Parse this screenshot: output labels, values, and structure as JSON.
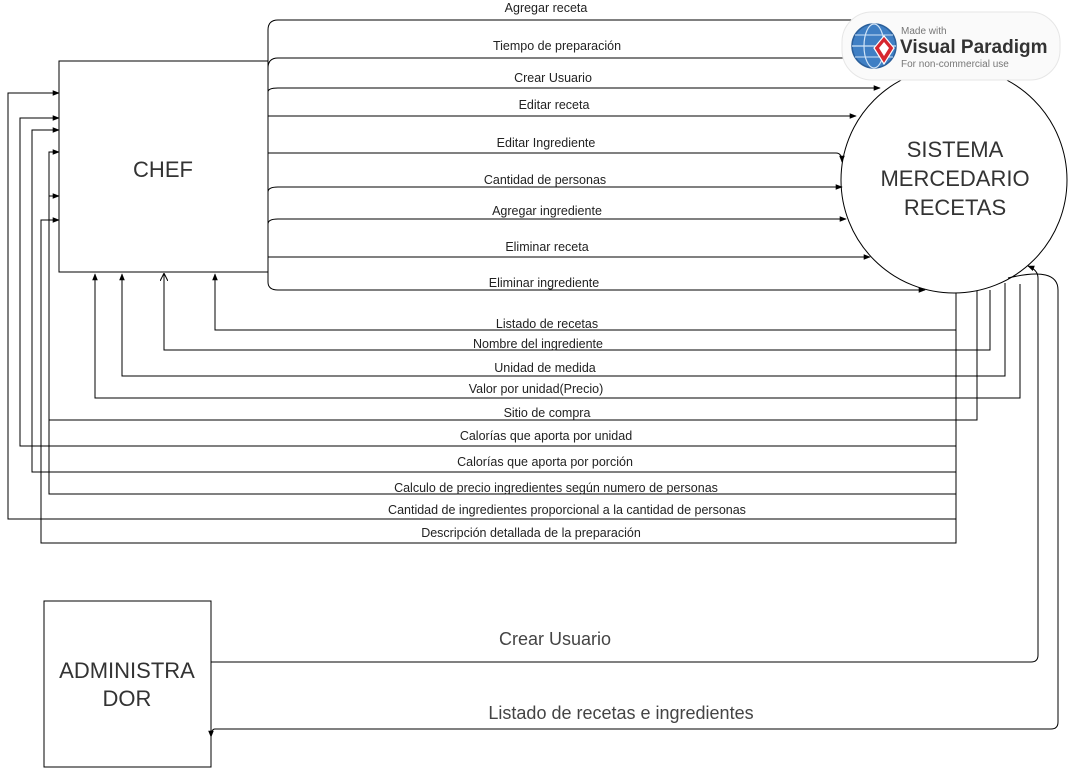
{
  "entities": {
    "chef": {
      "label": "CHEF"
    },
    "admin": {
      "label_line1": "ADMINISTRA",
      "label_line2": "DOR"
    },
    "system": {
      "label_line1": "SISTEMA",
      "label_line2": "MERCEDARIO",
      "label_line3": "RECETAS"
    }
  },
  "chef_to_system_flows": [
    "Agregar receta",
    "Tiempo de preparación",
    "Crear Usuario",
    "Editar receta",
    "Editar Ingrediente",
    "Cantidad de personas",
    "Agregar ingrediente",
    "Eliminar receta",
    "Eliminar ingrediente"
  ],
  "system_to_chef_flows": [
    "Listado de recetas",
    "Nombre del ingrediente",
    "Unidad de medida",
    "Valor por unidad(Precio)",
    "Sitio de compra",
    "Calorías que aporta por unidad",
    "Calorías que aporta por porción",
    "Calculo de precio ingredientes según numero de personas",
    "Cantidad de ingredientes proporcional a la cantidad de personas",
    "Descripción detallada de la preparación"
  ],
  "admin_flows": {
    "to_system": "Crear Usuario",
    "from_system": "Listado de recetas e ingredientes"
  },
  "watermark": {
    "made_with": "Made with",
    "brand": "Visual Paradigm",
    "note": "For non-commercial use"
  }
}
